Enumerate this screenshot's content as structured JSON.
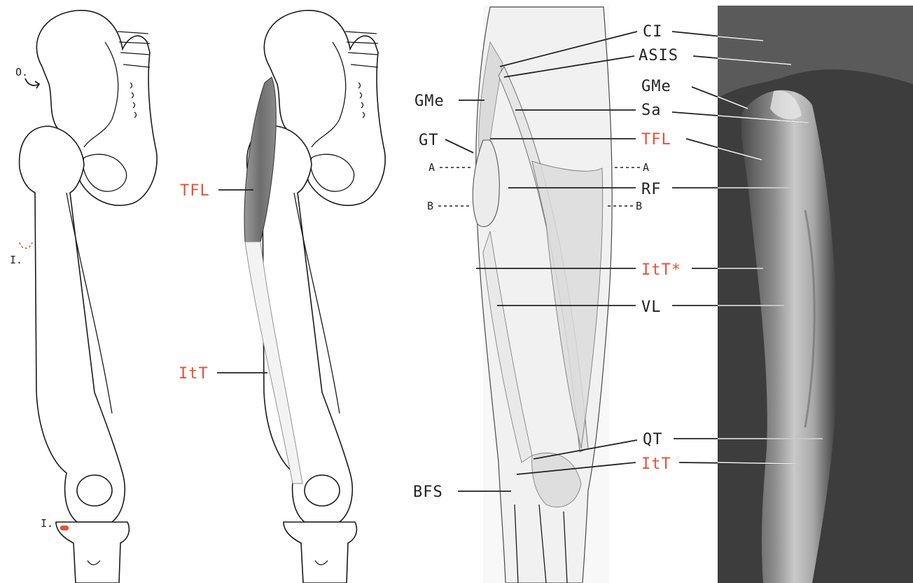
{
  "colors": {
    "label_black": "#222222",
    "label_red": "#e0533a",
    "photo_bg": "#3d3d3d"
  },
  "panel1": {
    "origin_label": "O.",
    "insertion_label_upper": "I.",
    "insertion_label_lower": "I."
  },
  "panel2": {
    "tfl_label": "TFL",
    "itt_label": "ItT"
  },
  "panel3": {
    "left_labels": {
      "gme": "GMe",
      "gt": "GT",
      "a": "A",
      "b": "B",
      "bfs": "BFS"
    },
    "right_markers": {
      "a": "A",
      "b": "B"
    },
    "center_labels": [
      {
        "key": "ci",
        "text": "CI",
        "color": "black"
      },
      {
        "key": "asis",
        "text": "ASIS",
        "color": "black"
      },
      {
        "key": "gme",
        "text": "GMe",
        "color": "black"
      },
      {
        "key": "sa",
        "text": "Sa",
        "color": "black"
      },
      {
        "key": "tfl",
        "text": "TFL",
        "color": "red"
      },
      {
        "key": "rf",
        "text": "RF",
        "color": "black"
      },
      {
        "key": "itt_star",
        "text": "ItT*",
        "color": "red"
      },
      {
        "key": "vl",
        "text": "VL",
        "color": "black"
      },
      {
        "key": "qt",
        "text": "QT",
        "color": "black"
      },
      {
        "key": "itt",
        "text": "ItT",
        "color": "red"
      }
    ]
  }
}
